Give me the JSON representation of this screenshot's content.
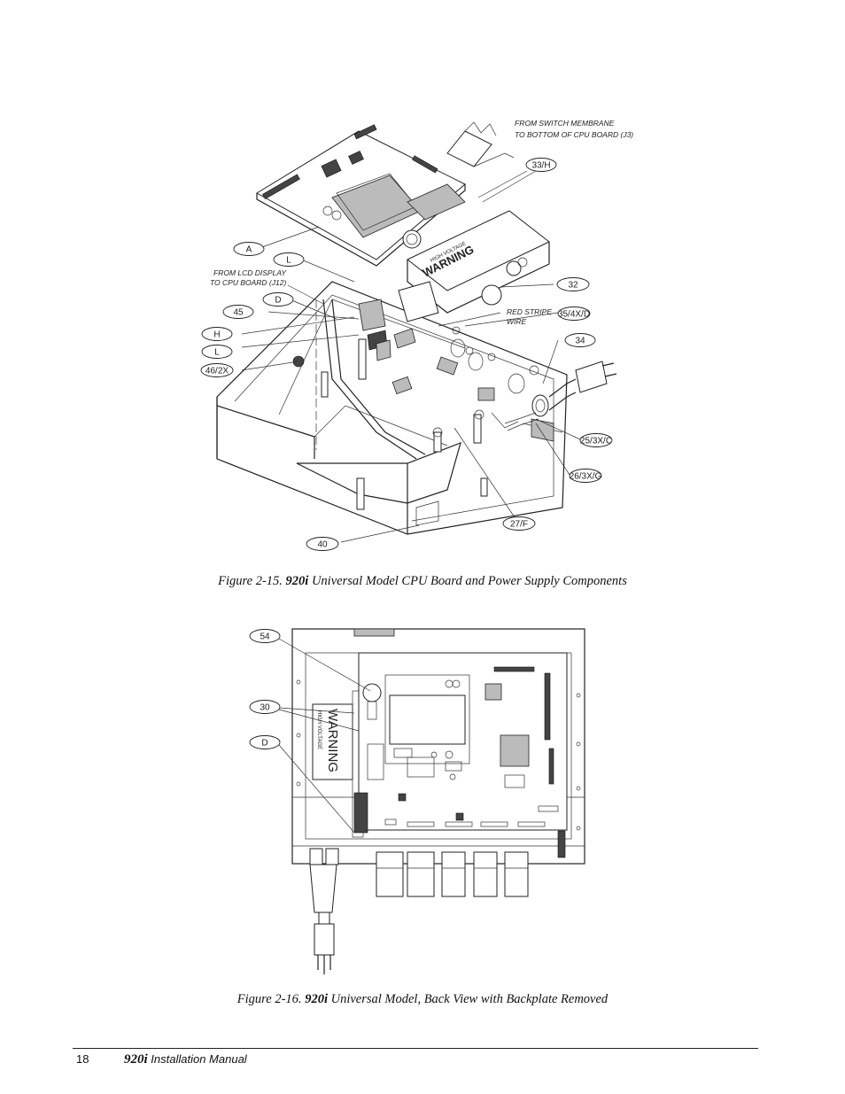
{
  "figure1": {
    "notes": {
      "switch_membrane_line1": "FROM SWITCH MEMBRANE",
      "switch_membrane_line2": "TO BOTTOM OF CPU BOARD (J3)",
      "lcd_display_line1": "FROM LCD DISPLAY",
      "lcd_display_line2": "TO CPU BOARD (J12)",
      "red_stripe_line1": "RED STRIPE",
      "red_stripe_line2": "WIRE"
    },
    "callouts": {
      "a": "A",
      "l_top": "L",
      "d": "D",
      "c45": "45",
      "h": "H",
      "l_bottom": "L",
      "c46": "46/2X",
      "c33": "33/H",
      "c32": "32",
      "c35": "35/4X/D",
      "c34": "34",
      "c25": "25/3X/C",
      "c26": "26/3X/G",
      "c27": "27/F",
      "c40": "40"
    },
    "warning_main": "WARNING",
    "warning_sub": "HIGH VOLTAGE",
    "caption_prefix": "Figure 2-15.",
    "caption_model": "920i",
    "caption_rest": "Universal Model CPU Board and Power Supply Components"
  },
  "figure2": {
    "callouts": {
      "c54": "54",
      "c30": "30",
      "d": "D"
    },
    "warning_main": "WARNING",
    "warning_sub": "HIGH VOLTAGE",
    "caption_prefix": "Figure 2-16.",
    "caption_model": "920i",
    "caption_rest": "Universal Model, Back View with Backplate Removed"
  },
  "footer": {
    "page_number": "18",
    "manual_model": "920i",
    "manual_title": "Installation Manual"
  }
}
